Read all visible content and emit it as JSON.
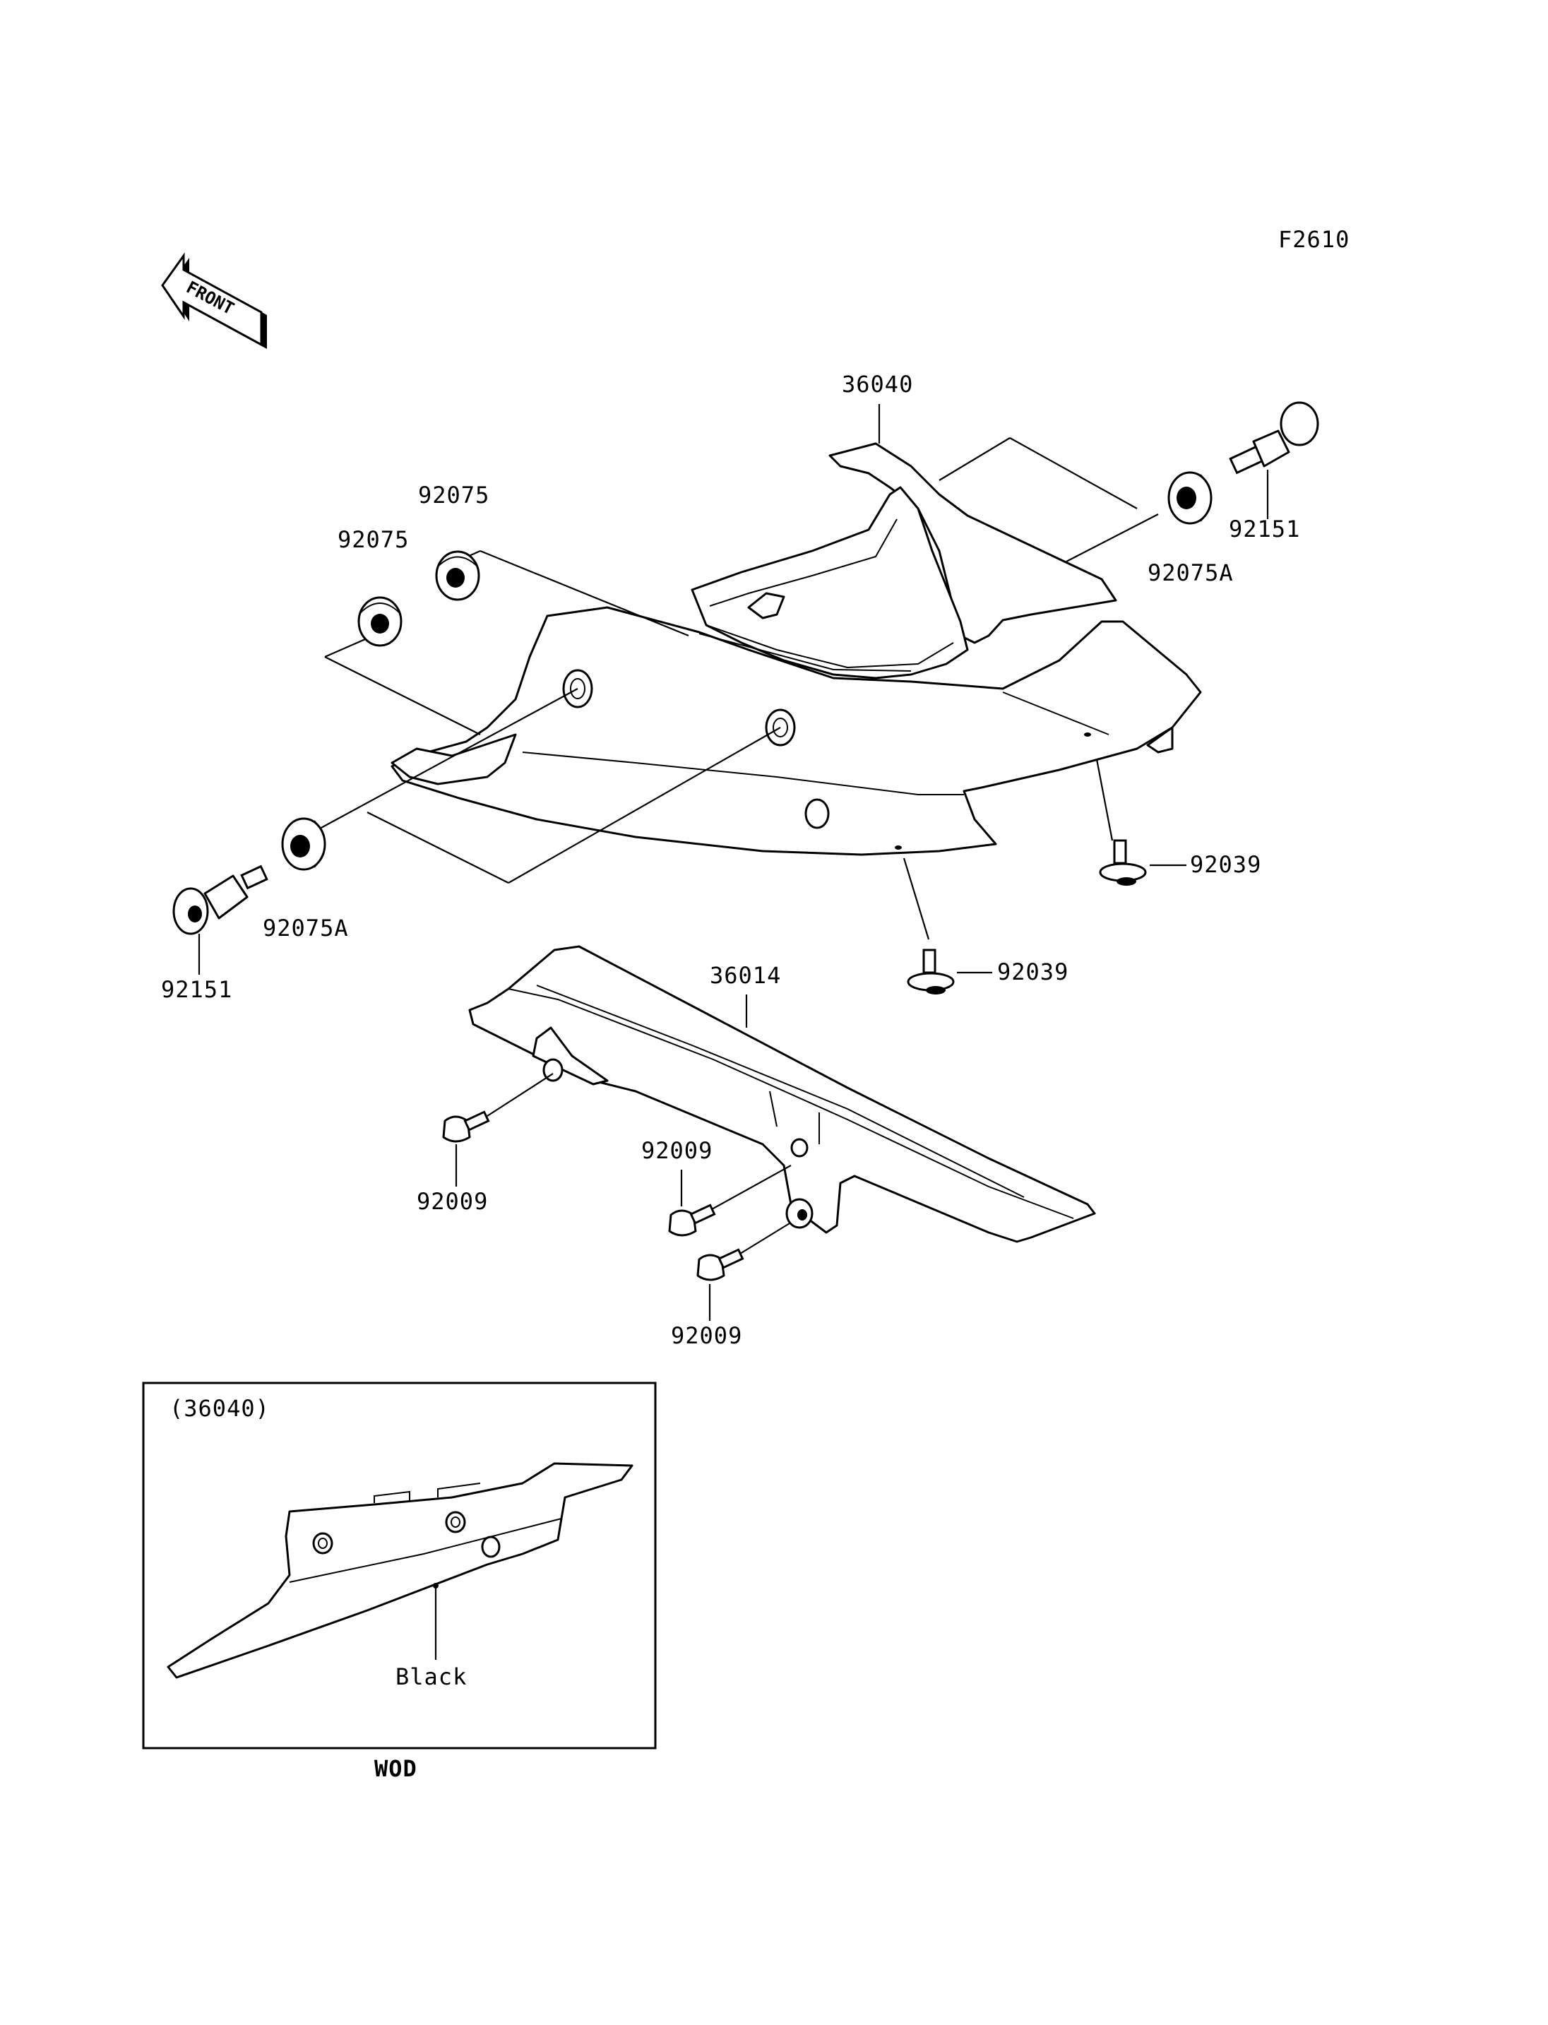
{
  "figure_code": "F2610",
  "front_arrow_text": "FRONT",
  "labels": {
    "p36040": "36040",
    "p92075_left": "92075",
    "p92075_mid": "92075",
    "p92075A_right": "92075A",
    "p92151_right": "92151",
    "p92075A_left": "92075A",
    "p92151_left": "92151",
    "p92039_right": "92039",
    "p92039_mid": "92039",
    "p36014": "36014",
    "p92009_left": "92009",
    "p92009_mid": "92009",
    "p92009_bottom": "92009"
  },
  "inset": {
    "part_ref": "(36040)",
    "color_note": "Black",
    "model_code": "WOD"
  }
}
